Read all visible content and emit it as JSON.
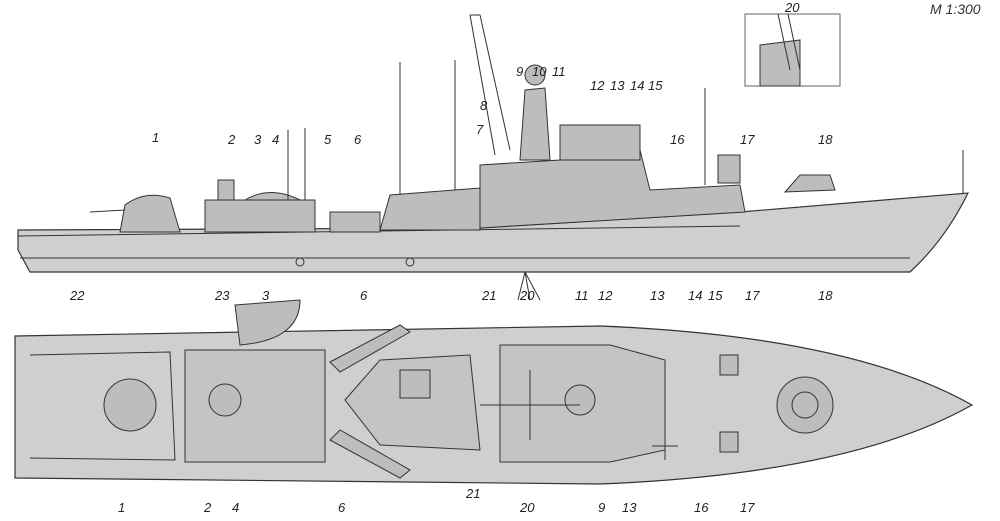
{
  "scale_label": "M 1:300",
  "side_view": {
    "labels": [
      "1",
      "2",
      "3",
      "4",
      "5",
      "6",
      "7",
      "8",
      "9",
      "10",
      "11",
      "12",
      "13",
      "14",
      "15",
      "16",
      "17",
      "18",
      "20"
    ]
  },
  "plan_view": {
    "top_labels": [
      "22",
      "23",
      "3",
      "6",
      "21",
      "20",
      "11",
      "12",
      "13",
      "14",
      "15",
      "17",
      "18"
    ],
    "bottom_labels": [
      "1",
      "2",
      "4",
      "6",
      "21",
      "20",
      "9",
      "13",
      "16",
      "17"
    ]
  },
  "colors": {
    "hull": "#cfcfcf",
    "line": "#333333",
    "background": "#ffffff"
  }
}
